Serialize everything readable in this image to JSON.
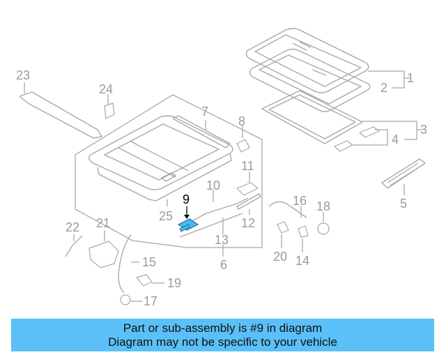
{
  "diagram": {
    "callouts": [
      "1",
      "2",
      "3",
      "4",
      "5",
      "6",
      "7",
      "8",
      "9",
      "10",
      "11",
      "12",
      "13",
      "14",
      "15",
      "16",
      "17",
      "18",
      "19",
      "20",
      "21",
      "22",
      "23",
      "24",
      "25"
    ],
    "highlighted": "9",
    "accent_color": "#4db8f0",
    "banner_color": "#5bc0f8"
  },
  "banner": {
    "line1": "Part or sub-assembly is #9 in diagram",
    "line2": "Diagram may not be specific to your vehicle"
  }
}
